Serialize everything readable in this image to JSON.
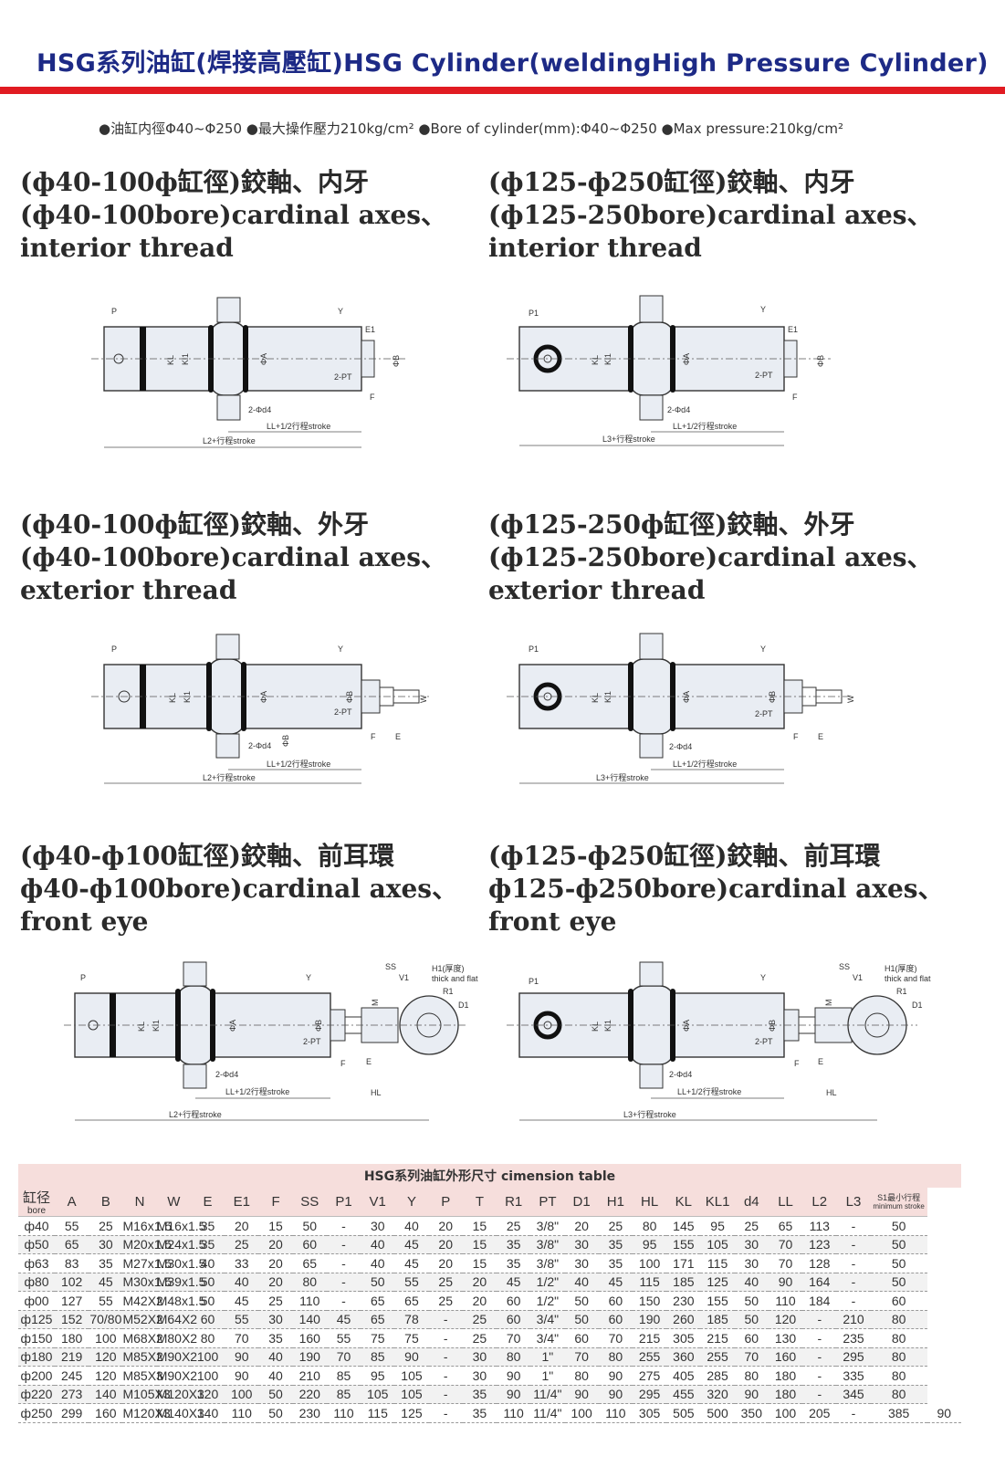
{
  "header": {
    "title": "HSG系列油缸(焊接高壓缸)HSG Cylinder(weldingHigh Pressure Cylinder)",
    "specs": "●油缸内徑Φ40~Φ250 ●最大操作壓力210kg/cm²   ●Bore of cylinder(mm):Φ40~Φ250  ●Max pressure:210kg/cm²"
  },
  "sections": [
    {
      "line1": "(ф40-100ф缸徑)鉸軸、内牙",
      "line2": "(ф40-100bore)cardinal axes、",
      "line3": "interior thread",
      "diagram": {
        "labels": [
          "P",
          "KL",
          "Kl1",
          "ΦA",
          "Y",
          "E1",
          "ΦB",
          "2-PT",
          "F",
          "2-Φd4",
          "LL+1/2行程stroke",
          "L2+行程stroke"
        ]
      }
    },
    {
      "line1": "(ф125-ф250缸徑)鉸軸、内牙",
      "line2": "(ф125-250bore)cardinal axes、",
      "line3": "interior thread",
      "diagram": {
        "labels": [
          "P1",
          "KL",
          "Kl1",
          "ΦA",
          "Y",
          "E1",
          "ΦB",
          "2-PT",
          "F",
          "2-Φd4",
          "LL+1/2行程stroke",
          "L3+行程stroke"
        ]
      }
    },
    {
      "line1": "(ф40-100ф缸徑)鉸軸、外牙",
      "line2": "(ф40-100bore)cardinal axes、",
      "line3": "exterior thread",
      "diagram": {
        "labels": [
          "P",
          "KL",
          "Kl1",
          "ΦA",
          "Y",
          "ΦB",
          "2-PT",
          "W",
          "F",
          "E",
          "2-Φd4",
          "ΦB",
          "LL+1/2行程stroke",
          "L2+行程stroke"
        ]
      }
    },
    {
      "line1": "(ф125-250ф缸徑)鉸軸、外牙",
      "line2": "(ф125-250bore)cardinal axes、",
      "line3": "exterior thread",
      "diagram": {
        "labels": [
          "P1",
          "KL",
          "Kl1",
          "ΦA",
          "Y",
          "ΦB",
          "2-PT",
          "W",
          "F",
          "E",
          "2-Φd4",
          "LL+1/2行程stroke",
          "L3+行程stroke"
        ]
      }
    },
    {
      "line1": "(ф40-ф100缸徑)鉸軸、前耳環",
      "line2": "ф40-ф100bore)cardinal axes、",
      "line3": "front eye",
      "diagram": {
        "labels": [
          "P",
          "KL",
          "Kl1",
          "ΦA",
          "Y",
          "ΦB",
          "2-PT",
          "SS",
          "V1",
          "M",
          "H1(厚度)",
          "thick and flat",
          "R1",
          "D1",
          "F",
          "E",
          "2-Φd4",
          "LL+1/2行程stroke",
          "HL",
          "L2+行程stroke"
        ]
      }
    },
    {
      "line1": "(ф125-ф250缸徑)鉸軸、前耳環",
      "line2": "ф125-ф250bore)cardinal axes、",
      "line3": "front eye",
      "diagram": {
        "labels": [
          "P1",
          "KL",
          "Kl1",
          "ΦA",
          "Y",
          "ΦB",
          "2-PT",
          "SS",
          "V1",
          "M",
          "H1(厚度)",
          "thick and flat",
          "R1",
          "D1",
          "F",
          "E",
          "2-Φd4",
          "LL+1/2行程stroke",
          "HL",
          "L3+行程stroke"
        ]
      }
    }
  ],
  "table": {
    "caption": "HSG系列油缸外形尺寸 cimension table",
    "first_header": {
      "main": "缸径",
      "sub": "bore"
    },
    "last_header": {
      "main": "S1最小行程",
      "sub": "minimum stroke"
    },
    "headers": [
      "A",
      "B",
      "N",
      "W",
      "E",
      "E1",
      "F",
      "SS",
      "P1",
      "V1",
      "Y",
      "P",
      "T",
      "R1",
      "PT",
      "D1",
      "H1",
      "HL",
      "KL",
      "KL1",
      "d4",
      "LL",
      "L2",
      "L3"
    ],
    "rows": [
      [
        "ф40",
        "55",
        "25",
        "M16x1.5",
        "M16x1.5",
        "35",
        "20",
        "15",
        "50",
        "-",
        "30",
        "40",
        "20",
        "15",
        "25",
        "3/8\"",
        "20",
        "25",
        "80",
        "145",
        "95",
        "25",
        "65",
        "113",
        "-",
        "50"
      ],
      [
        "ф50",
        "65",
        "30",
        "M20x1.5",
        "M24x1.5",
        "35",
        "25",
        "20",
        "60",
        "-",
        "40",
        "45",
        "20",
        "15",
        "35",
        "3/8\"",
        "30",
        "35",
        "95",
        "155",
        "105",
        "30",
        "70",
        "123",
        "-",
        "50"
      ],
      [
        "ф63",
        "83",
        "35",
        "M27x1.5",
        "M30x1.5",
        "40",
        "33",
        "20",
        "65",
        "-",
        "40",
        "45",
        "20",
        "15",
        "35",
        "3/8\"",
        "30",
        "35",
        "100",
        "171",
        "115",
        "30",
        "70",
        "128",
        "-",
        "50"
      ],
      [
        "ф80",
        "102",
        "45",
        "M30x1.5",
        "M39x1.5",
        "50",
        "40",
        "20",
        "80",
        "-",
        "50",
        "55",
        "25",
        "20",
        "45",
        "1/2\"",
        "40",
        "45",
        "115",
        "185",
        "125",
        "40",
        "90",
        "164",
        "-",
        "50"
      ],
      [
        "ф00",
        "127",
        "55",
        "M42X2",
        "M48x1.5",
        "50",
        "45",
        "25",
        "110",
        "-",
        "65",
        "65",
        "25",
        "20",
        "60",
        "1/2\"",
        "50",
        "60",
        "150",
        "230",
        "155",
        "50",
        "110",
        "184",
        "-",
        "60"
      ],
      [
        "ф125",
        "152",
        "70/80",
        "M52X2",
        "M64X2",
        "60",
        "55",
        "30",
        "140",
        "45",
        "65",
        "78",
        "-",
        "25",
        "60",
        "3/4\"",
        "50",
        "60",
        "190",
        "260",
        "185",
        "50",
        "120",
        "-",
        "210",
        "80"
      ],
      [
        "ф150",
        "180",
        "100",
        "M68X2",
        "M80X2",
        "80",
        "70",
        "35",
        "160",
        "55",
        "75",
        "75",
        "-",
        "25",
        "70",
        "3/4\"",
        "60",
        "70",
        "215",
        "305",
        "215",
        "60",
        "130",
        "-",
        "235",
        "80"
      ],
      [
        "ф180",
        "219",
        "120",
        "M85X2",
        "M90X2",
        "100",
        "90",
        "40",
        "190",
        "70",
        "85",
        "90",
        "-",
        "30",
        "80",
        "1\"",
        "70",
        "80",
        "255",
        "360",
        "255",
        "70",
        "160",
        "-",
        "295",
        "80"
      ],
      [
        "ф200",
        "245",
        "120",
        "M85X3",
        "M90X2",
        "100",
        "90",
        "40",
        "210",
        "85",
        "95",
        "105",
        "-",
        "30",
        "90",
        "1\"",
        "80",
        "90",
        "275",
        "405",
        "285",
        "80",
        "180",
        "-",
        "335",
        "80"
      ],
      [
        "ф220",
        "273",
        "140",
        "M105X3",
        "M120X3",
        "120",
        "100",
        "50",
        "220",
        "85",
        "105",
        "105",
        "-",
        "35",
        "90",
        "11/4\"",
        "90",
        "90",
        "295",
        "455",
        "320",
        "90",
        "180",
        "-",
        "345",
        "80"
      ],
      [
        "ф250",
        "299",
        "160",
        "M120X3",
        "M140X3",
        "140",
        "110",
        "50",
        "230",
        "110",
        "115",
        "125",
        "-",
        "35",
        "110",
        "11/4\"",
        "100",
        "110",
        "305",
        "505",
        "500",
        "350",
        "100",
        "205",
        "-",
        "385",
        "90"
      ]
    ]
  }
}
